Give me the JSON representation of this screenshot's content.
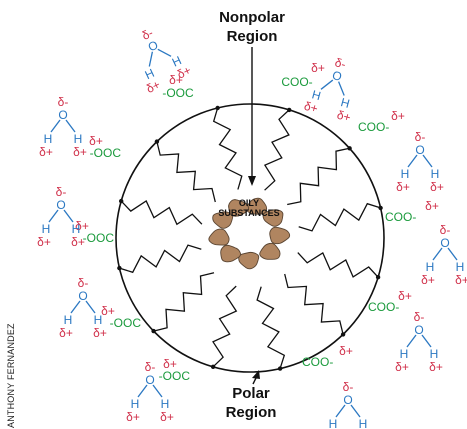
{
  "labels": {
    "nonpolar_line1": "Nonpolar",
    "nonpolar_line2": "Region",
    "polar_line1": "Polar",
    "polar_line2": "Region",
    "oily_line1": "OILY",
    "oily_line2": "SUBSTANCES",
    "credit": "ANTHONY FERNANDEZ"
  },
  "chemistry": {
    "carboxylate_left": "-OOC",
    "carboxylate_right": "COO-",
    "oxygen": "O",
    "hydrogen": "H",
    "delta_minus": "δ-",
    "delta_plus": "δ+"
  },
  "colors": {
    "outline": "#111111",
    "carboxylate": "#1a9a3c",
    "water_o_h": "#2b78c2",
    "partial_charge": "#d0304a",
    "oil_fill": "#b08560",
    "oil_stroke": "#5a4532"
  }
}
